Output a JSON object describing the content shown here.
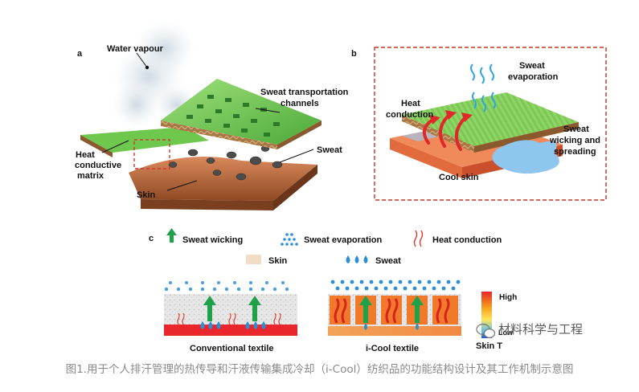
{
  "panel_a": {
    "letter": "a",
    "water_vapour": "Water vapour",
    "sweat_channels_l1": "Sweat transportation",
    "sweat_channels_l2": "channels",
    "heat_matrix_l1": "Heat",
    "heat_matrix_l2": "conductive",
    "heat_matrix_l3": "matrix",
    "sweat": "Sweat",
    "skin": "Skin"
  },
  "panel_b": {
    "letter": "b",
    "sweat_evap_l1": "Sweat",
    "sweat_evap_l2": "evaporation",
    "heat_cond_l1": "Heat",
    "heat_cond_l2": "conduction",
    "wicking_l1": "Sweat",
    "wicking_l2": "wicking and",
    "wicking_l3": "spreading",
    "cool_skin": "Cool skin"
  },
  "panel_c": {
    "letter": "c",
    "legend": {
      "sweat_wicking": "Sweat wicking",
      "sweat_evaporation": "Sweat evaporation",
      "heat_conduction": "Heat conduction",
      "skin": "Skin",
      "sweat": "Sweat"
    },
    "conventional": "Conventional textile",
    "icool": "i-Cool textile",
    "scale_high": "High",
    "scale_low": "Low",
    "scale_title": "Skin T",
    "colors": {
      "wicking_arrow": "#1fa04a",
      "sweat_drop": "#2c8fd6",
      "heat_arrow": "#e03a2a",
      "skin": "#f3dcc4"
    }
  },
  "watermark": "材料科学与工程",
  "caption": "图1.用于个人排汗管理的热传导和汗液传输集成冷却（i-Cool）纺织品的功能结构设计及其工作机制示意图"
}
